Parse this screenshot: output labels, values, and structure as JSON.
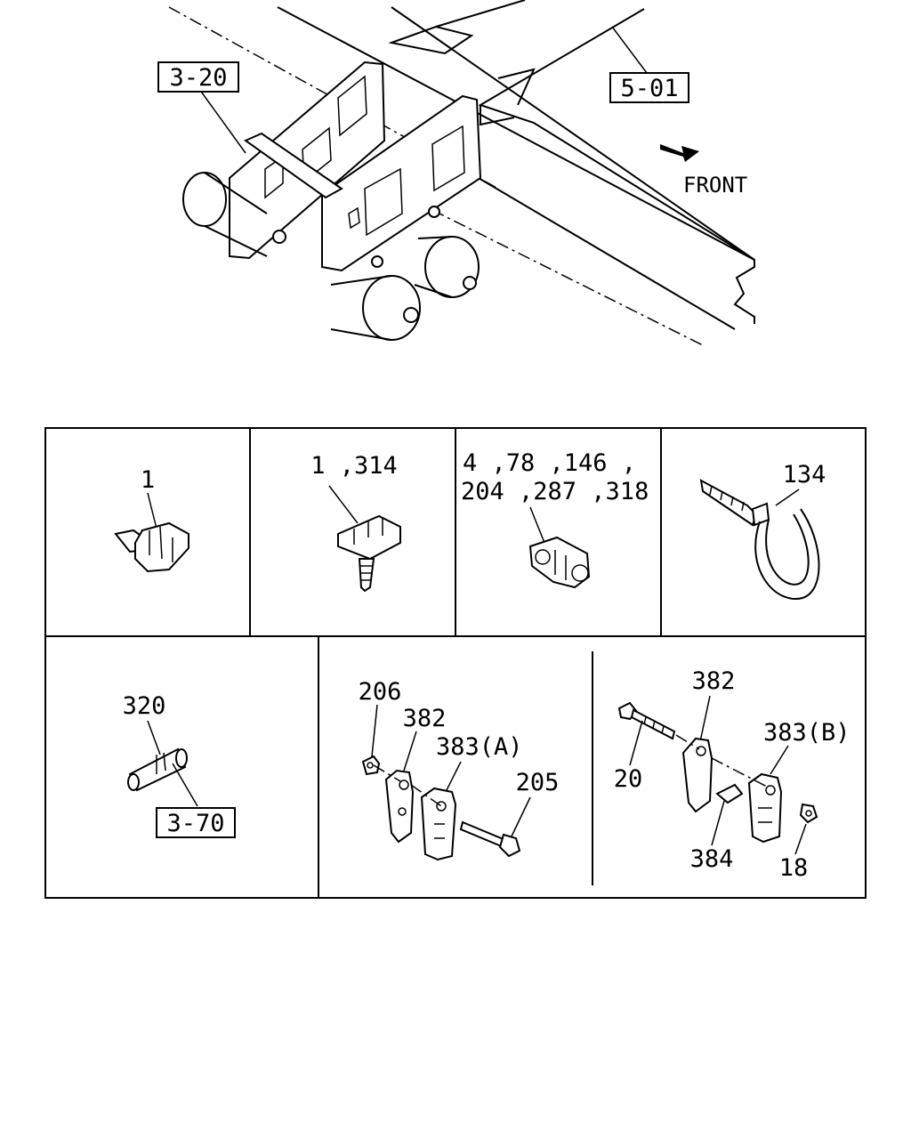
{
  "refs": {
    "ref_320_frame": "3-20",
    "ref_501": "5-01",
    "ref_370": "3-70"
  },
  "direction": {
    "front_label": "FRONT"
  },
  "callouts": {
    "c1": "1",
    "c1_314": "1 ,314",
    "c4_line1": "4 ,78 ,146 ,",
    "c4_line2": "204 ,287 ,318",
    "c134": "134",
    "c320": "320",
    "c206": "206",
    "c382_left": "382",
    "c383a": "383(A)",
    "c205": "205",
    "c382_right": "382",
    "c383b": "383(B)",
    "c20": "20",
    "c384": "384",
    "c18": "18"
  }
}
